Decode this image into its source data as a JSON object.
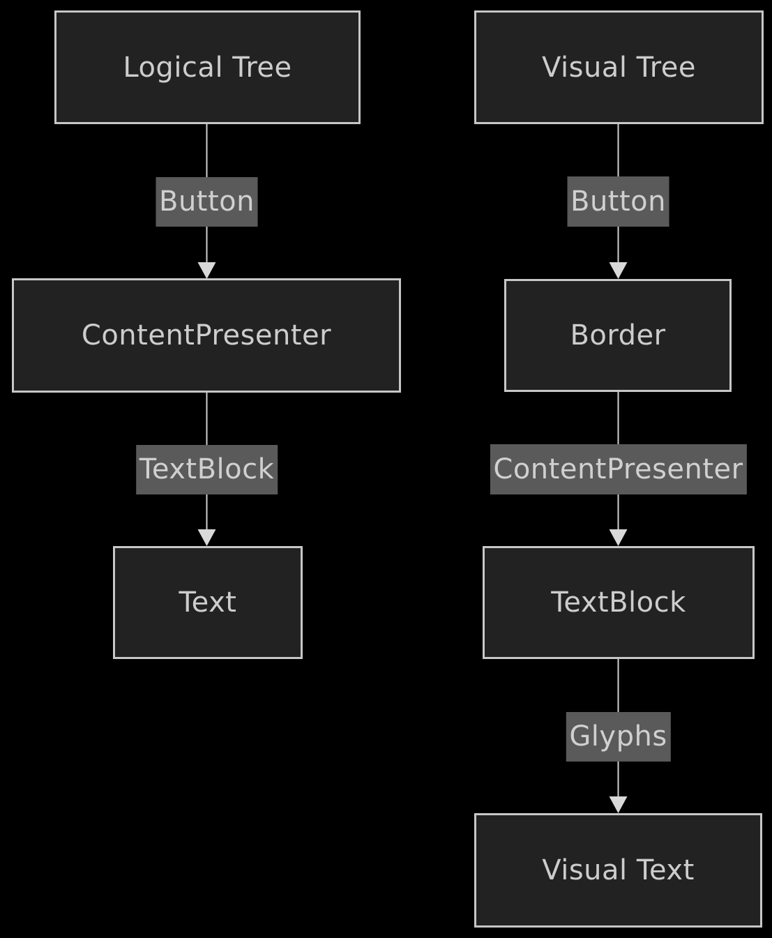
{
  "colors": {
    "background": "#000000",
    "node_fill": "#222222",
    "node_border": "#c7c7c7",
    "node_text": "#cdcdcd",
    "edge_label_bg": "#5a5a5a",
    "edge_label_text": "#d0d0d0",
    "edge_line": "#d0d0d0",
    "arrowhead": "#d9d9d9"
  },
  "logical_tree": {
    "nodes": [
      {
        "label": "Logical Tree"
      },
      {
        "label": "ContentPresenter"
      },
      {
        "label": "Text"
      }
    ],
    "edges": [
      {
        "label": "Button"
      },
      {
        "label": "TextBlock"
      }
    ]
  },
  "visual_tree": {
    "nodes": [
      {
        "label": "Visual Tree"
      },
      {
        "label": "Border"
      },
      {
        "label": "TextBlock"
      },
      {
        "label": "Visual Text"
      }
    ],
    "edges": [
      {
        "label": "Button"
      },
      {
        "label": "ContentPresenter"
      },
      {
        "label": "Glyphs"
      }
    ]
  }
}
